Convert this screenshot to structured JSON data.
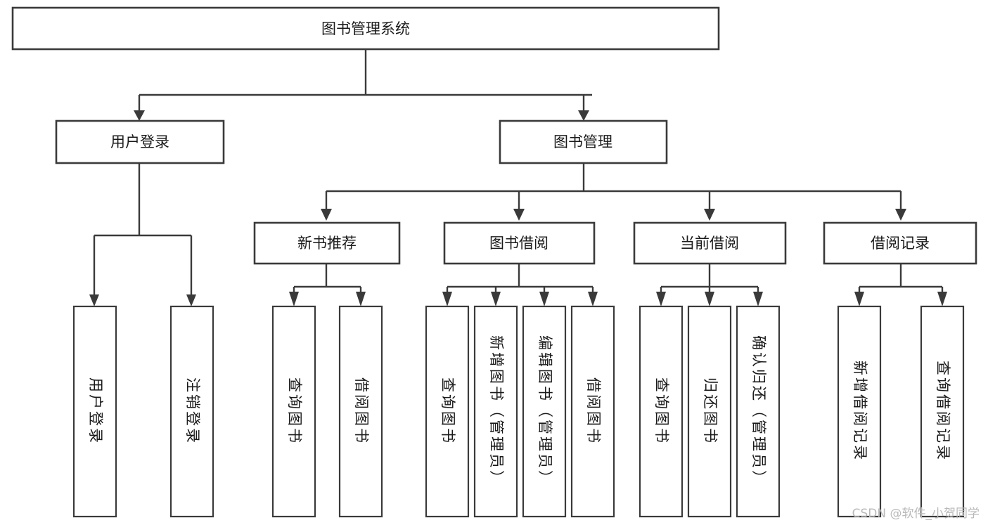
{
  "diagram": {
    "title": "图书管理系统",
    "type": "tree-hierarchy-chart",
    "watermark": "CSDN @软件_小贺同学",
    "colors": {
      "box_stroke": "#3a3a3a",
      "box_fill": "#ffffff",
      "text": "#1a1a1a",
      "background": "#ffffff",
      "watermark": "#b9b9b9"
    },
    "root": {
      "label": "图书管理系统"
    },
    "level2": [
      {
        "label": "用户登录"
      },
      {
        "label": "图书管理"
      }
    ],
    "level3": [
      {
        "label": "新书推荐"
      },
      {
        "label": "图书借阅"
      },
      {
        "label": "当前借阅"
      },
      {
        "label": "借阅记录"
      }
    ],
    "leaves": {
      "user_login": [
        {
          "label": "用户登录"
        },
        {
          "label": "注销登录"
        }
      ],
      "new_book": [
        {
          "label": "查询图书"
        },
        {
          "label": "借阅图书"
        }
      ],
      "book_borrow": [
        {
          "label": "查询图书"
        },
        {
          "label": "新增图书（管理员）"
        },
        {
          "label": "编辑图书（管理员）"
        },
        {
          "label": "借阅图书"
        }
      ],
      "current_borrow": [
        {
          "label": "查询图书"
        },
        {
          "label": "归还图书"
        },
        {
          "label": "确认归还（管理员）"
        }
      ],
      "borrow_record": [
        {
          "label": "新增借阅记录"
        },
        {
          "label": "查询借阅记录"
        }
      ]
    }
  }
}
